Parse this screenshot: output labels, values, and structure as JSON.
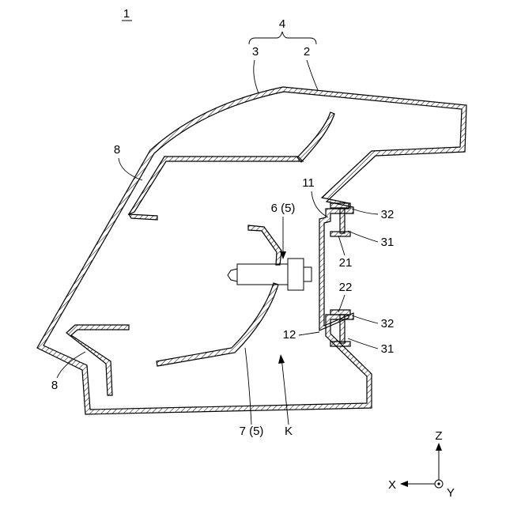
{
  "figure": {
    "number": "1",
    "labels": {
      "l4": "4",
      "l3": "3",
      "l2": "2",
      "l8a": "8",
      "l8b": "8",
      "l11": "11",
      "l12": "12",
      "l6": "6 (5)",
      "l7": "7 (5)",
      "lK": "K",
      "l21": "21",
      "l22": "22",
      "l31a": "31",
      "l31b": "31",
      "l32a": "32",
      "l32b": "32"
    },
    "axes": {
      "z": "Z",
      "x": "X",
      "y": "Y"
    }
  }
}
